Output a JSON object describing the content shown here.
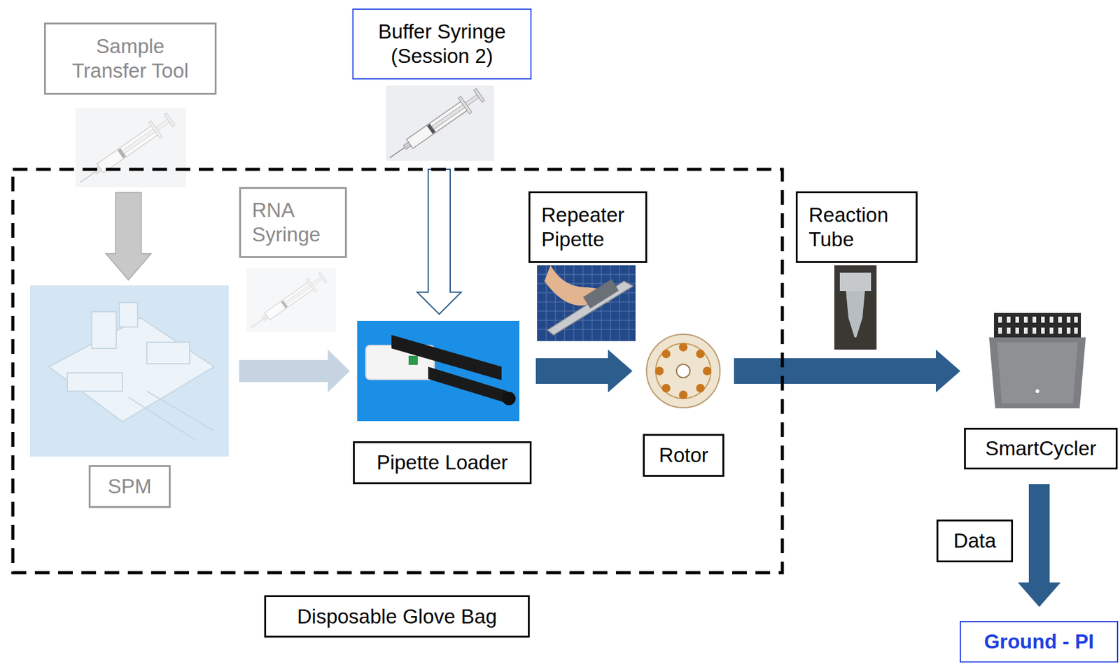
{
  "diagram": {
    "nodes": [
      {
        "text": [
          "Sample Transfer Tool"
        ]
      },
      {
        "text": [
          "Buffer Syringe (Session 2)"
        ]
      },
      {
        "text": [
          "Disposable Glove Bag"
        ]
      },
      {
        "text": [
          "SPM"
        ],
        "in": 2
      },
      {
        "text": [
          "RNA Syringe"
        ],
        "in": 2
      },
      {
        "text": [
          "Pipette Loader"
        ],
        "in": 2
      },
      {
        "text": [
          "Repeater Pipette"
        ],
        "in": 2
      },
      {
        "text": [
          "Rotor"
        ],
        "in": 2
      },
      {
        "text": [
          "Reaction Tube"
        ]
      },
      {
        "text": [
          "SmartCycler"
        ]
      },
      {
        "text": [
          "Ground - PI"
        ]
      }
    ],
    "edges": [
      {
        "from": 0,
        "to": 3,
        "arrow": "to"
      },
      {
        "from": 3,
        "to": 5,
        "arrow": "to"
      },
      {
        "from": 1,
        "to": 5,
        "arrow": "to"
      },
      {
        "from": 5,
        "to": 7,
        "arrow": "to"
      },
      {
        "from": 7,
        "to": 9,
        "arrow": "to"
      },
      {
        "from": 9,
        "to": 10,
        "label": "Data",
        "arrow": "to"
      }
    ]
  }
}
